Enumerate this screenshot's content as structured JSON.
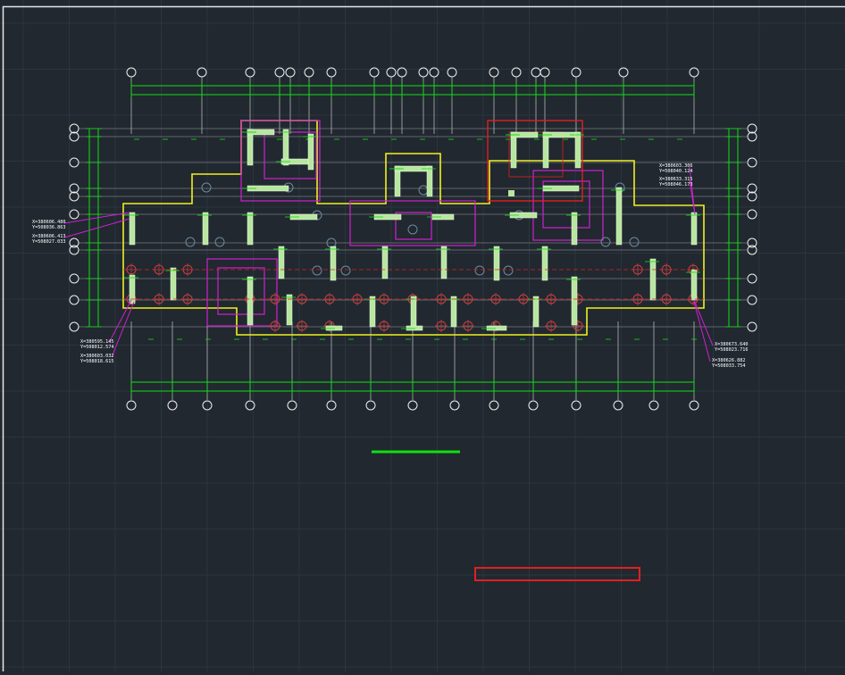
{
  "app": {
    "view": "CAD model space",
    "background_color": "#212830",
    "grid_color": "#2c343e",
    "border_color": "#e6e6e6"
  },
  "plan": {
    "layer_colors": {
      "axis": "#c8c8c8",
      "dimension": "#10e010",
      "outline": "#f0f020",
      "column": "#b8e6a0",
      "zone": "#d020d0",
      "red_zone": "#e02020",
      "pile": "#c84040"
    },
    "coordinate_labels": [
      {
        "x": "X=380606.480",
        "y": "Y=508036.863"
      },
      {
        "x": "X=380606.413",
        "y": "Y=508027.033"
      },
      {
        "x": "X=380595.145",
        "y": "Y=508012.574"
      },
      {
        "x": "X=380603.032",
        "y": "Y=508018.615"
      },
      {
        "x": "X=380603.306",
        "y": "Y=508040.124"
      },
      {
        "x": "X=380633.315",
        "y": "Y=508046.173"
      },
      {
        "x": "X=380673.640",
        "y": "Y=508023.716"
      },
      {
        "x": "X=380626.882",
        "y": "Y=508033.754"
      }
    ]
  }
}
